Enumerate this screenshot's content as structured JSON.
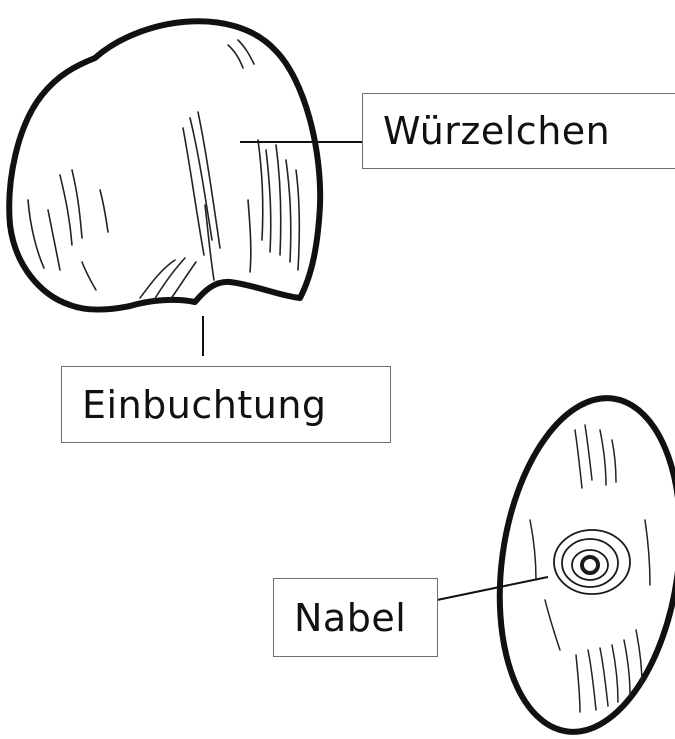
{
  "labels": {
    "root": "Würzelchen",
    "indentation": "Einbuchtung",
    "navel": "Nabel"
  },
  "colors": {
    "ink": "#111111",
    "box_border": "#6f6f6f",
    "background": "#ffffff"
  }
}
